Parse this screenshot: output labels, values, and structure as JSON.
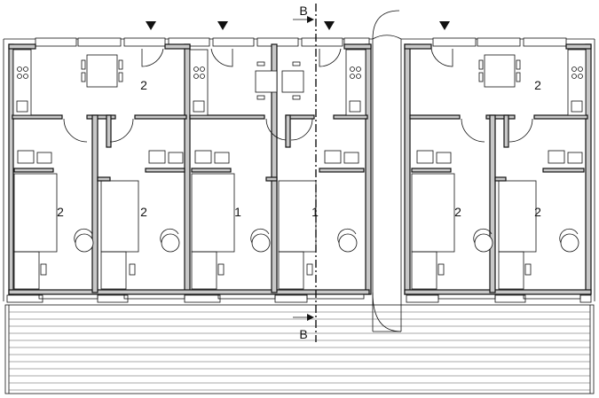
{
  "section_marker": {
    "letter": "B"
  },
  "rooms": {
    "kitchen_left": "2",
    "kitchen_right": "2",
    "bed_a": "2",
    "bed_b": "2",
    "bed_c": "1",
    "bed_d": "1",
    "bed_e": "2",
    "bed_f": "2"
  },
  "entrances": {
    "count": 4
  },
  "colors": {
    "line": "#111111",
    "wall_fill": "#c8c8c8",
    "background": "#ffffff"
  }
}
